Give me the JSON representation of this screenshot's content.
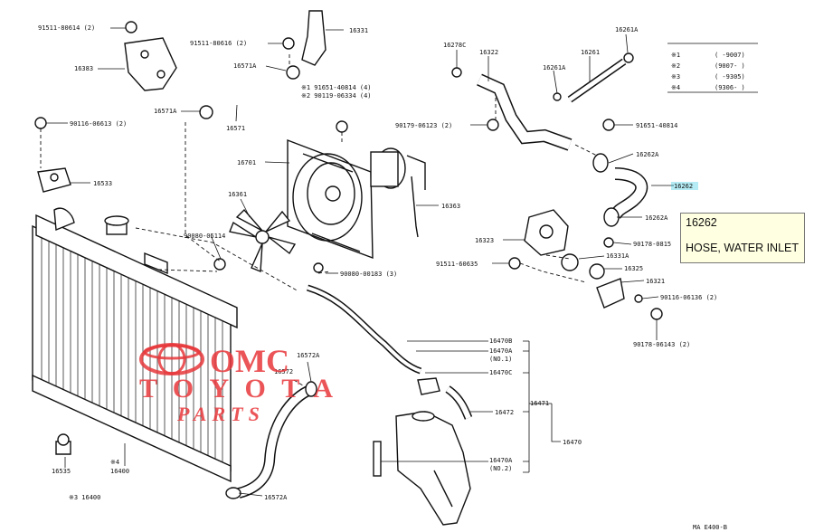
{
  "labels": {
    "p90116_06614": "91511-80614 (2)",
    "p16383": "16383",
    "p16331": "16331",
    "p91511_80616": "91511-80616 (2)",
    "p16571A_top": "16571A",
    "p91651_40814_4": "※1 91651-40814 (4)",
    "p90119_06334_4": "※2 90119-06334 (4)",
    "p16571A_left": "16571A",
    "p16571": "16571",
    "p90116_06613": "90116-06613 (2)",
    "p16533": "16533",
    "p16701": "16701",
    "p16361": "16361",
    "p16363": "16363",
    "p90080_05114": "90080-05114",
    "p90080_00183": "90080-00183 (3)",
    "p16278C": "16278C",
    "p16322": "16322",
    "p16261A_top": "16261A",
    "p16261": "16261",
    "p16261A_mid": "16261A",
    "p90179_06123": "90179-06123 (2)",
    "p91651_40814": "91651-40814",
    "p16262A_top": "16262A",
    "p16262": "16262",
    "p16262A_bot": "16262A",
    "p16323": "16323",
    "p90178_0815": "90178-0815",
    "p16331A": "16331A",
    "p91511_60635": "91511-60635",
    "p16325": "16325",
    "p16321": "16321",
    "p90116_06136": "90116-06136 (2)",
    "p90178_06143": "90178-06143 (2)",
    "p16470B": "16470B",
    "p16470A_1": "16470A",
    "p16470A_1_no": "(NO.1)",
    "p16470C": "16470C",
    "p16471": "16471",
    "p16472": "16472",
    "p16470": "16470",
    "p16470A_2": "16470A",
    "p16470A_2_no": "(NO.2)",
    "p16572A_top": "16572A",
    "p16572": "16572",
    "p16572A_bot": "16572A",
    "p16535": "16535",
    "p4_16400": "※4",
    "p16400": "16400",
    "p3_16400": "※3 16400",
    "fig_code": "MA E400-B"
  },
  "legend": [
    {
      "mark": "※1",
      "range": "( -9007)"
    },
    {
      "mark": "※2",
      "range": "(9007- )"
    },
    {
      "mark": "※3",
      "range": "( -9305)"
    },
    {
      "mark": "※4",
      "range": "(9306- )"
    }
  ],
  "callout": {
    "part_number": "16262",
    "description": "HOSE, WATER INLET"
  },
  "watermark": {
    "line1": "OMC",
    "line2": "TOYOTA",
    "line3": "PARTS"
  },
  "colors": {
    "highlight": "#29c6e0",
    "tooltip_bg": "#ffffe1",
    "watermark": "#e8383c"
  }
}
